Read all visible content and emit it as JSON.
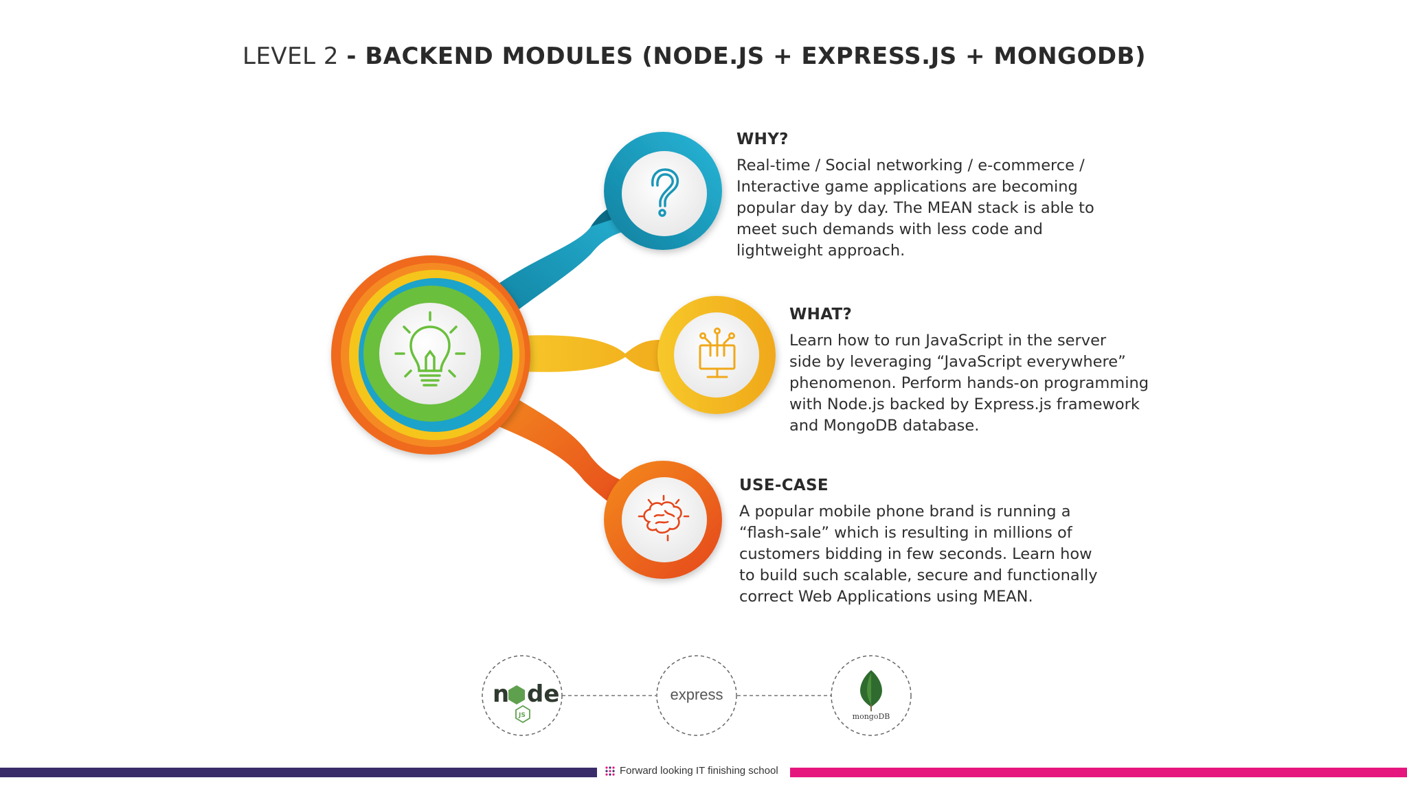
{
  "title": {
    "prefix": "LEVEL 2",
    "main": "- BACKEND MODULES (NODE.JS + EXPRESS.JS + MONGODB)"
  },
  "sections": {
    "why": {
      "heading": "WHY?",
      "lines": [
        "Real-time / Social networking /  e-commerce /",
        "Interactive game applications are becoming",
        "popular day by day. The MEAN stack is able to",
        "meet such demands with less code and",
        "lightweight approach."
      ]
    },
    "what": {
      "heading": "WHAT?",
      "lines": [
        "Learn how to run JavaScript in the server",
        "side by leveraging “JavaScript everywhere”",
        "phenomenon. Perform hands-on programming",
        "with Node.js backed by Express.js framework",
        "and MongoDB database."
      ]
    },
    "usecase": {
      "heading": "USE-CASE",
      "lines": [
        "A popular mobile phone brand is running a",
        "“flash-sale” which is resulting in millions of",
        "customers bidding in few seconds. Learn how",
        "to build such scalable, secure and functionally",
        "correct Web Applications using MEAN."
      ]
    }
  },
  "logos": {
    "express": "express"
  },
  "footer": {
    "tagline": "Forward looking IT finishing school"
  },
  "colors": {
    "teal": "#1aa3c9",
    "yellow": "#f5c51c",
    "orange": "#ef6a1e",
    "green": "#6abf3c",
    "footer_left": "#3a2c6b",
    "footer_right": "#e5177e"
  },
  "icons": [
    "question-icon",
    "lightbulb-icon",
    "circuit-monitor-icon",
    "brain-icon",
    "nodejs-logo",
    "express-logo",
    "mongodb-logo"
  ]
}
